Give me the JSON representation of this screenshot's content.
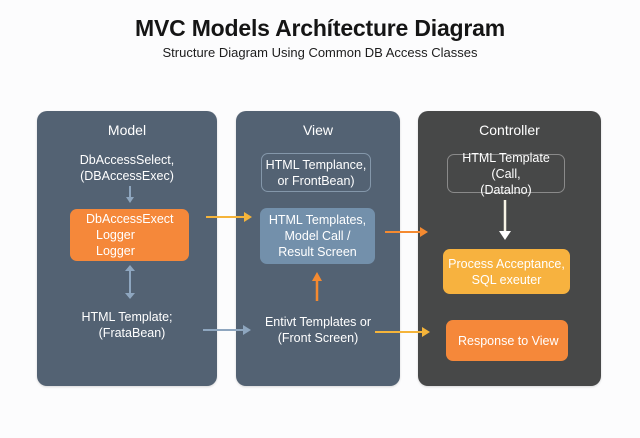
{
  "title": "MVC Models Archítecture Diagram",
  "subtitle": "Structure Diagram Using Common DB Access Classes",
  "colors": {
    "panel_blue": "#536273",
    "panel_dark": "#474848",
    "orange": "#f5883a",
    "yellow": "#f7b23f",
    "light_blue": "#7390ab",
    "arrow_blue": "#8ea6bf",
    "arrow_orange": "#f58a30",
    "arrow_yellow": "#f5b43a",
    "arrow_white": "#f8f4e6"
  },
  "model": {
    "title": "Model",
    "top_text": [
      "DbAccessSelect,",
      "(DBAccessExec)"
    ],
    "box": [
      "DbAccessExect",
      "Logger",
      "Logger"
    ],
    "bottom_text": [
      "HTML Template;",
      "(FrataBean)"
    ]
  },
  "view": {
    "title": "View",
    "outline_box": [
      "HTML Templance,",
      "or FrontBean)"
    ],
    "center_box": [
      "HTML Templates,",
      "Model Call /",
      "Result Screen"
    ],
    "bottom_text": [
      "Entivt Templates or",
      "(Front Screen)"
    ]
  },
  "controller": {
    "title": "Controller",
    "outline_box": [
      "HTML Template (Call,",
      "(Datalno)"
    ],
    "process_box": [
      "Process Acceptance,",
      "SQL exeuter"
    ],
    "response_box": [
      "Response to View"
    ]
  }
}
